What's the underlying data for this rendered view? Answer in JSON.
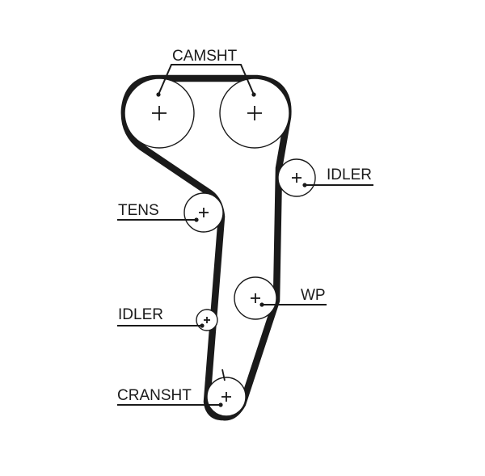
{
  "diagram": {
    "labels": {
      "camshaft": "CAMSHT",
      "idler_right": "IDLER",
      "tensioner": "TENS",
      "water_pump": "WP",
      "idler_left": "IDLER",
      "crankshaft": "CRANSHT"
    },
    "colors": {
      "ink": "#1a1a1a",
      "background": "#ffffff"
    }
  }
}
